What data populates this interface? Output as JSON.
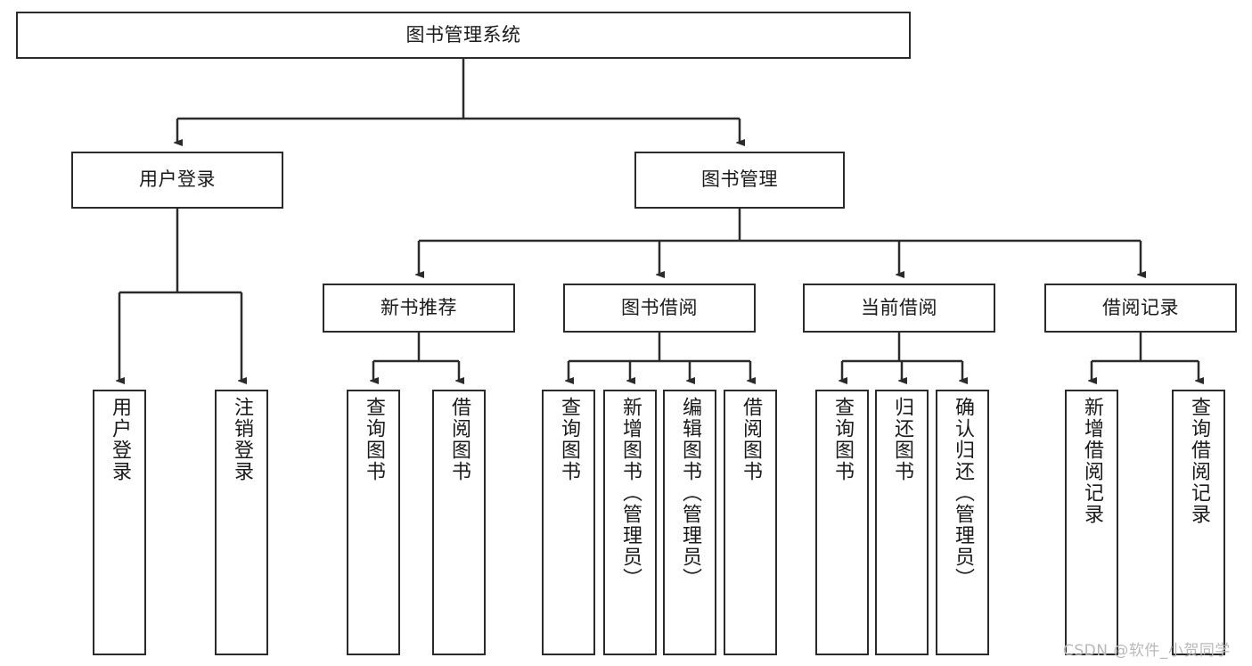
{
  "diagram": {
    "type": "tree-hierarchy-flowchart",
    "title": "图书管理系统",
    "orientation": "top-down",
    "colors": {
      "node_border": "#2b2b2b",
      "node_fill": "#ffffff",
      "edge": "#2b2b2b",
      "background": "#ffffff",
      "watermark": "#b9b9b9"
    },
    "nodes": {
      "root": {
        "label": "图书管理系统",
        "level": 1
      },
      "level2": [
        {
          "id": "user-login",
          "label": "用户登录"
        },
        {
          "id": "book-management",
          "label": "图书管理"
        }
      ],
      "level3": [
        {
          "id": "new-book-recommend",
          "label": "新书推荐",
          "parent": "book-management"
        },
        {
          "id": "book-borrow",
          "label": "图书借阅",
          "parent": "book-management"
        },
        {
          "id": "current-borrow",
          "label": "当前借阅",
          "parent": "book-management"
        },
        {
          "id": "borrow-record",
          "label": "借阅记录",
          "parent": "book-management"
        }
      ],
      "leaves": [
        {
          "id": "leaf-user-login",
          "label": "用户登录",
          "parent": "user-login"
        },
        {
          "id": "leaf-logout-login",
          "label": "注销登录",
          "parent": "user-login"
        },
        {
          "id": "leaf-query-book-1",
          "label": "查询图书",
          "parent": "new-book-recommend"
        },
        {
          "id": "leaf-borrow-book-1",
          "label": "借阅图书",
          "parent": "new-book-recommend"
        },
        {
          "id": "leaf-query-book-2",
          "label": "查询图书",
          "parent": "book-borrow"
        },
        {
          "id": "leaf-add-book",
          "label": "新增图书（管理员）",
          "parent": "book-borrow"
        },
        {
          "id": "leaf-edit-book",
          "label": "编辑图书（管理员）",
          "parent": "book-borrow"
        },
        {
          "id": "leaf-borrow-book-2",
          "label": "借阅图书",
          "parent": "book-borrow"
        },
        {
          "id": "leaf-query-book-3",
          "label": "查询图书",
          "parent": "current-borrow"
        },
        {
          "id": "leaf-return-book",
          "label": "归还图书",
          "parent": "current-borrow"
        },
        {
          "id": "leaf-confirm-return",
          "label": "确认归还（管理员）",
          "parent": "current-borrow"
        },
        {
          "id": "leaf-add-borrow-record",
          "label": "新增借阅记录",
          "parent": "borrow-record"
        },
        {
          "id": "leaf-query-borrow-record",
          "label": "查询借阅记录",
          "parent": "borrow-record"
        }
      ]
    },
    "watermark": "CSDN @软件_小贺同学"
  }
}
